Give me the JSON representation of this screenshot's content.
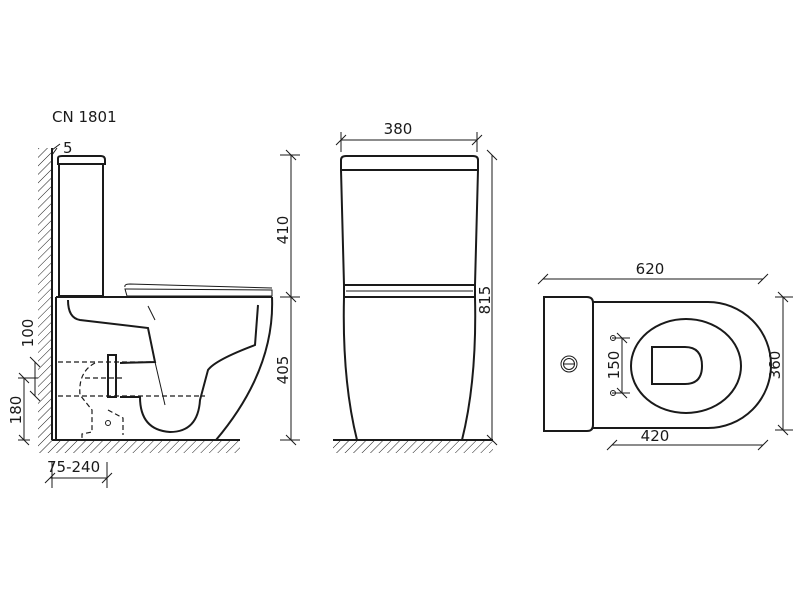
{
  "model": "CN 1801",
  "side_view": {
    "wall_gap": "5",
    "tank_height": "410",
    "bowl_height": "405",
    "outlet_offset_a": "100",
    "outlet_height": "180",
    "outlet_distance": "75-240"
  },
  "front_view": {
    "width": "380",
    "total_height": "815"
  },
  "top_view": {
    "length": "620",
    "width": "360",
    "fixing_spacing": "150",
    "bowl_length": "420"
  }
}
